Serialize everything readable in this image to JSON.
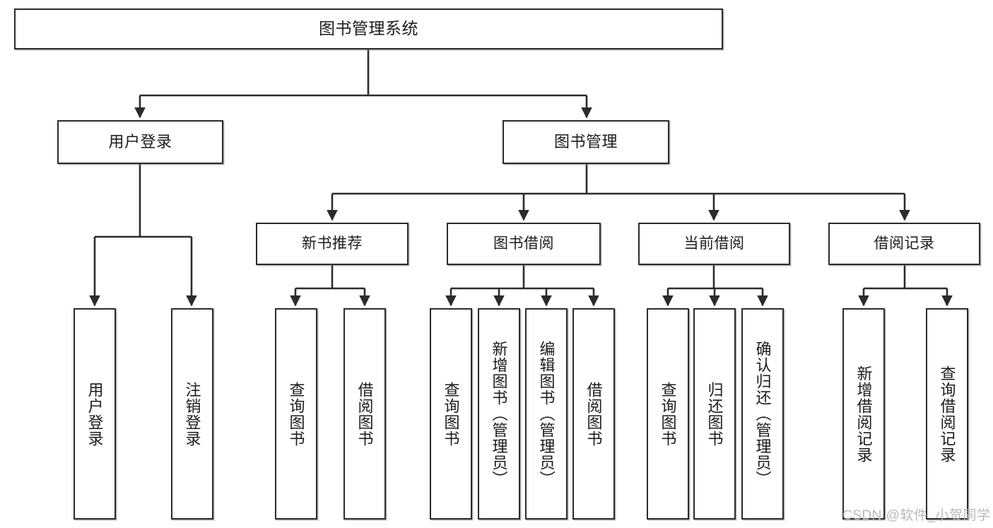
{
  "diagram": {
    "title": "图书管理系统",
    "type": "tree-hierarchy",
    "root": {
      "label": "图书管理系统"
    },
    "level2": [
      {
        "id": "user-login",
        "label": "用户登录"
      },
      {
        "id": "book-management",
        "label": "图书管理"
      }
    ],
    "level3": [
      {
        "id": "new-book-recommend",
        "label": "新书推荐",
        "parent": "book-management"
      },
      {
        "id": "book-borrow",
        "label": "图书借阅",
        "parent": "book-management"
      },
      {
        "id": "current-borrow",
        "label": "当前借阅",
        "parent": "book-management"
      },
      {
        "id": "borrow-record",
        "label": "借阅记录",
        "parent": "book-management"
      }
    ],
    "leaves": [
      {
        "id": "leaf-user-login",
        "label": "用户登录",
        "parent": "user-login"
      },
      {
        "id": "leaf-logout-login",
        "label": "注销登录",
        "parent": "user-login"
      },
      {
        "id": "leaf-query-book-1",
        "label": "查询图书",
        "parent": "new-book-recommend"
      },
      {
        "id": "leaf-borrow-book-1",
        "label": "借阅图书",
        "parent": "new-book-recommend"
      },
      {
        "id": "leaf-query-book-2",
        "label": "查询图书",
        "parent": "book-borrow"
      },
      {
        "id": "leaf-add-book",
        "label": "新增图书（管理员）",
        "parent": "book-borrow"
      },
      {
        "id": "leaf-edit-book",
        "label": "编辑图书（管理员）",
        "parent": "book-borrow"
      },
      {
        "id": "leaf-borrow-book-2",
        "label": "借阅图书",
        "parent": "book-borrow"
      },
      {
        "id": "leaf-query-book-3",
        "label": "查询图书",
        "parent": "current-borrow"
      },
      {
        "id": "leaf-return-book",
        "label": "归还图书",
        "parent": "current-borrow"
      },
      {
        "id": "leaf-confirm-return",
        "label": "确认归还（管理员）",
        "parent": "current-borrow"
      },
      {
        "id": "leaf-add-record",
        "label": "新增借阅记录",
        "parent": "borrow-record"
      },
      {
        "id": "leaf-query-record",
        "label": "查询借阅记录",
        "parent": "borrow-record"
      }
    ],
    "colors": {
      "box_border": "#2b2b2b",
      "box_fill": "#ffffff",
      "edge": "#2b2b2b",
      "text": "#1c1c1c",
      "watermark": "#b9b9b9",
      "background": "#ffffff"
    }
  },
  "watermark": {
    "text": "CSDN @软件_小贺同学"
  }
}
